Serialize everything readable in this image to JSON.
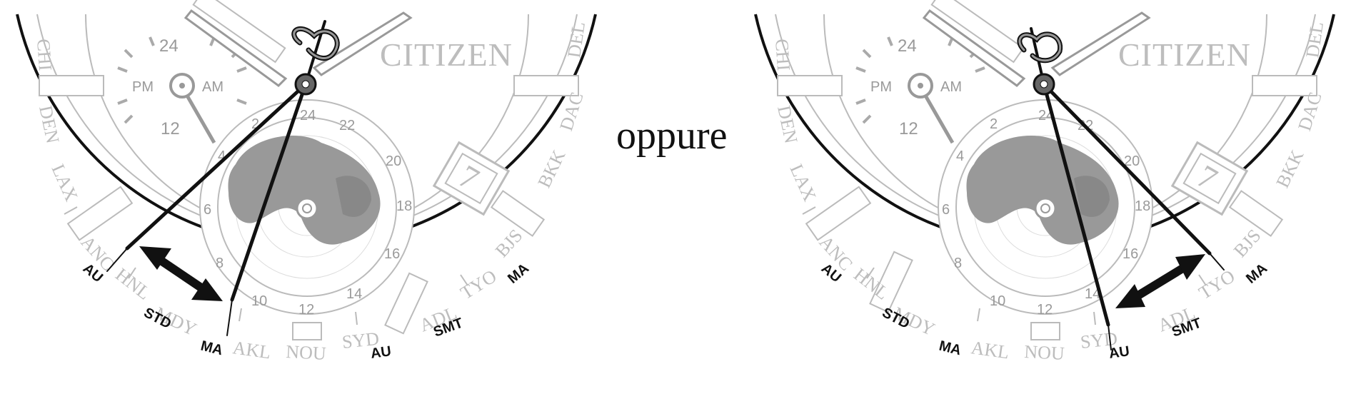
{
  "separator": "oppure",
  "dial": {
    "brand": "CITIZEN",
    "date_window": "7",
    "subdial": {
      "top": "24",
      "bottom": "12",
      "left": "PM",
      "right": "AM"
    },
    "globe_numbers": [
      "24",
      "22",
      "20",
      "18",
      "16",
      "14",
      "12",
      "10",
      "8",
      "6",
      "4",
      "2"
    ],
    "city_codes_left": [
      "HNL",
      "ANC",
      "LAX",
      "DEN",
      "CHI"
    ],
    "city_codes_bottom": [
      "MDY",
      "AKL",
      "NOU",
      "SYD",
      "ADL",
      "TYO",
      "BJS"
    ],
    "city_codes_right": [
      "BKK",
      "DAC",
      "DEL"
    ],
    "dst_labels": {
      "au": "AU",
      "std": "STD",
      "ma": "MA",
      "smt": "SMT"
    }
  },
  "panels": [
    {
      "name": "left",
      "arrow": "between-seconds-and-alternate-hand"
    },
    {
      "name": "right",
      "arrow": "between-seconds-and-alternate-hand"
    }
  ]
}
